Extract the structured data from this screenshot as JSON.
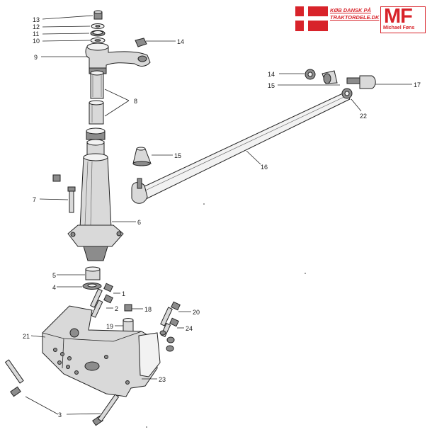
{
  "logo": {
    "line1": "KØB DANSK PÅ",
    "line2": "TRAKTORDELE.DK",
    "brand": "MF",
    "name": "Michael Føns",
    "brand_color": "#d8232a"
  },
  "callouts": {
    "c13": "13",
    "c12": "12",
    "c11": "11",
    "c10": "10",
    "c9": "9",
    "c8": "8",
    "c7": "7",
    "c6": "6",
    "c5": "5",
    "c4": "4",
    "c1": "1",
    "c2": "2",
    "c18": "18",
    "c19": "19",
    "c20": "20",
    "c24": "24",
    "c21": "21",
    "c23": "23",
    "c3": "3",
    "c14a": "14",
    "c14b": "14",
    "c15a": "15",
    "c15b": "15",
    "c16": "16",
    "c17": "17",
    "c22": "22"
  }
}
